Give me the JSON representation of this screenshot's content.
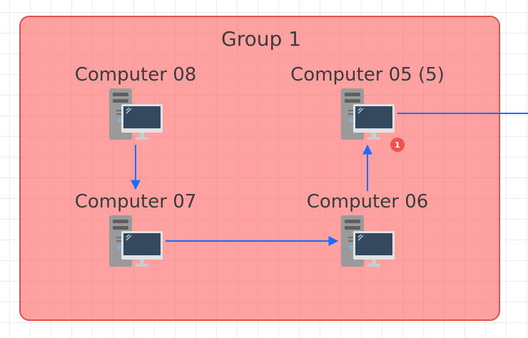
{
  "group": {
    "title": "Group 1"
  },
  "nodes": {
    "c08": {
      "label": "Computer 08"
    },
    "c05": {
      "label": "Computer 05 (5)"
    },
    "c07": {
      "label": "Computer 07"
    },
    "c06": {
      "label": "Computer 06"
    }
  },
  "badge": {
    "count": "1"
  },
  "colors": {
    "group_fill": "#ff9e9e",
    "group_border": "#e35050",
    "edge": "#1e6bff",
    "badge": "#ef5350"
  },
  "edges": [
    {
      "from": "Computer 08",
      "to": "Computer 07"
    },
    {
      "from": "Computer 07",
      "to": "Computer 06"
    },
    {
      "from": "Computer 06",
      "to": "Computer 05 (5)"
    },
    {
      "from": "Computer 05 (5)",
      "to": "offscreen-right"
    }
  ]
}
